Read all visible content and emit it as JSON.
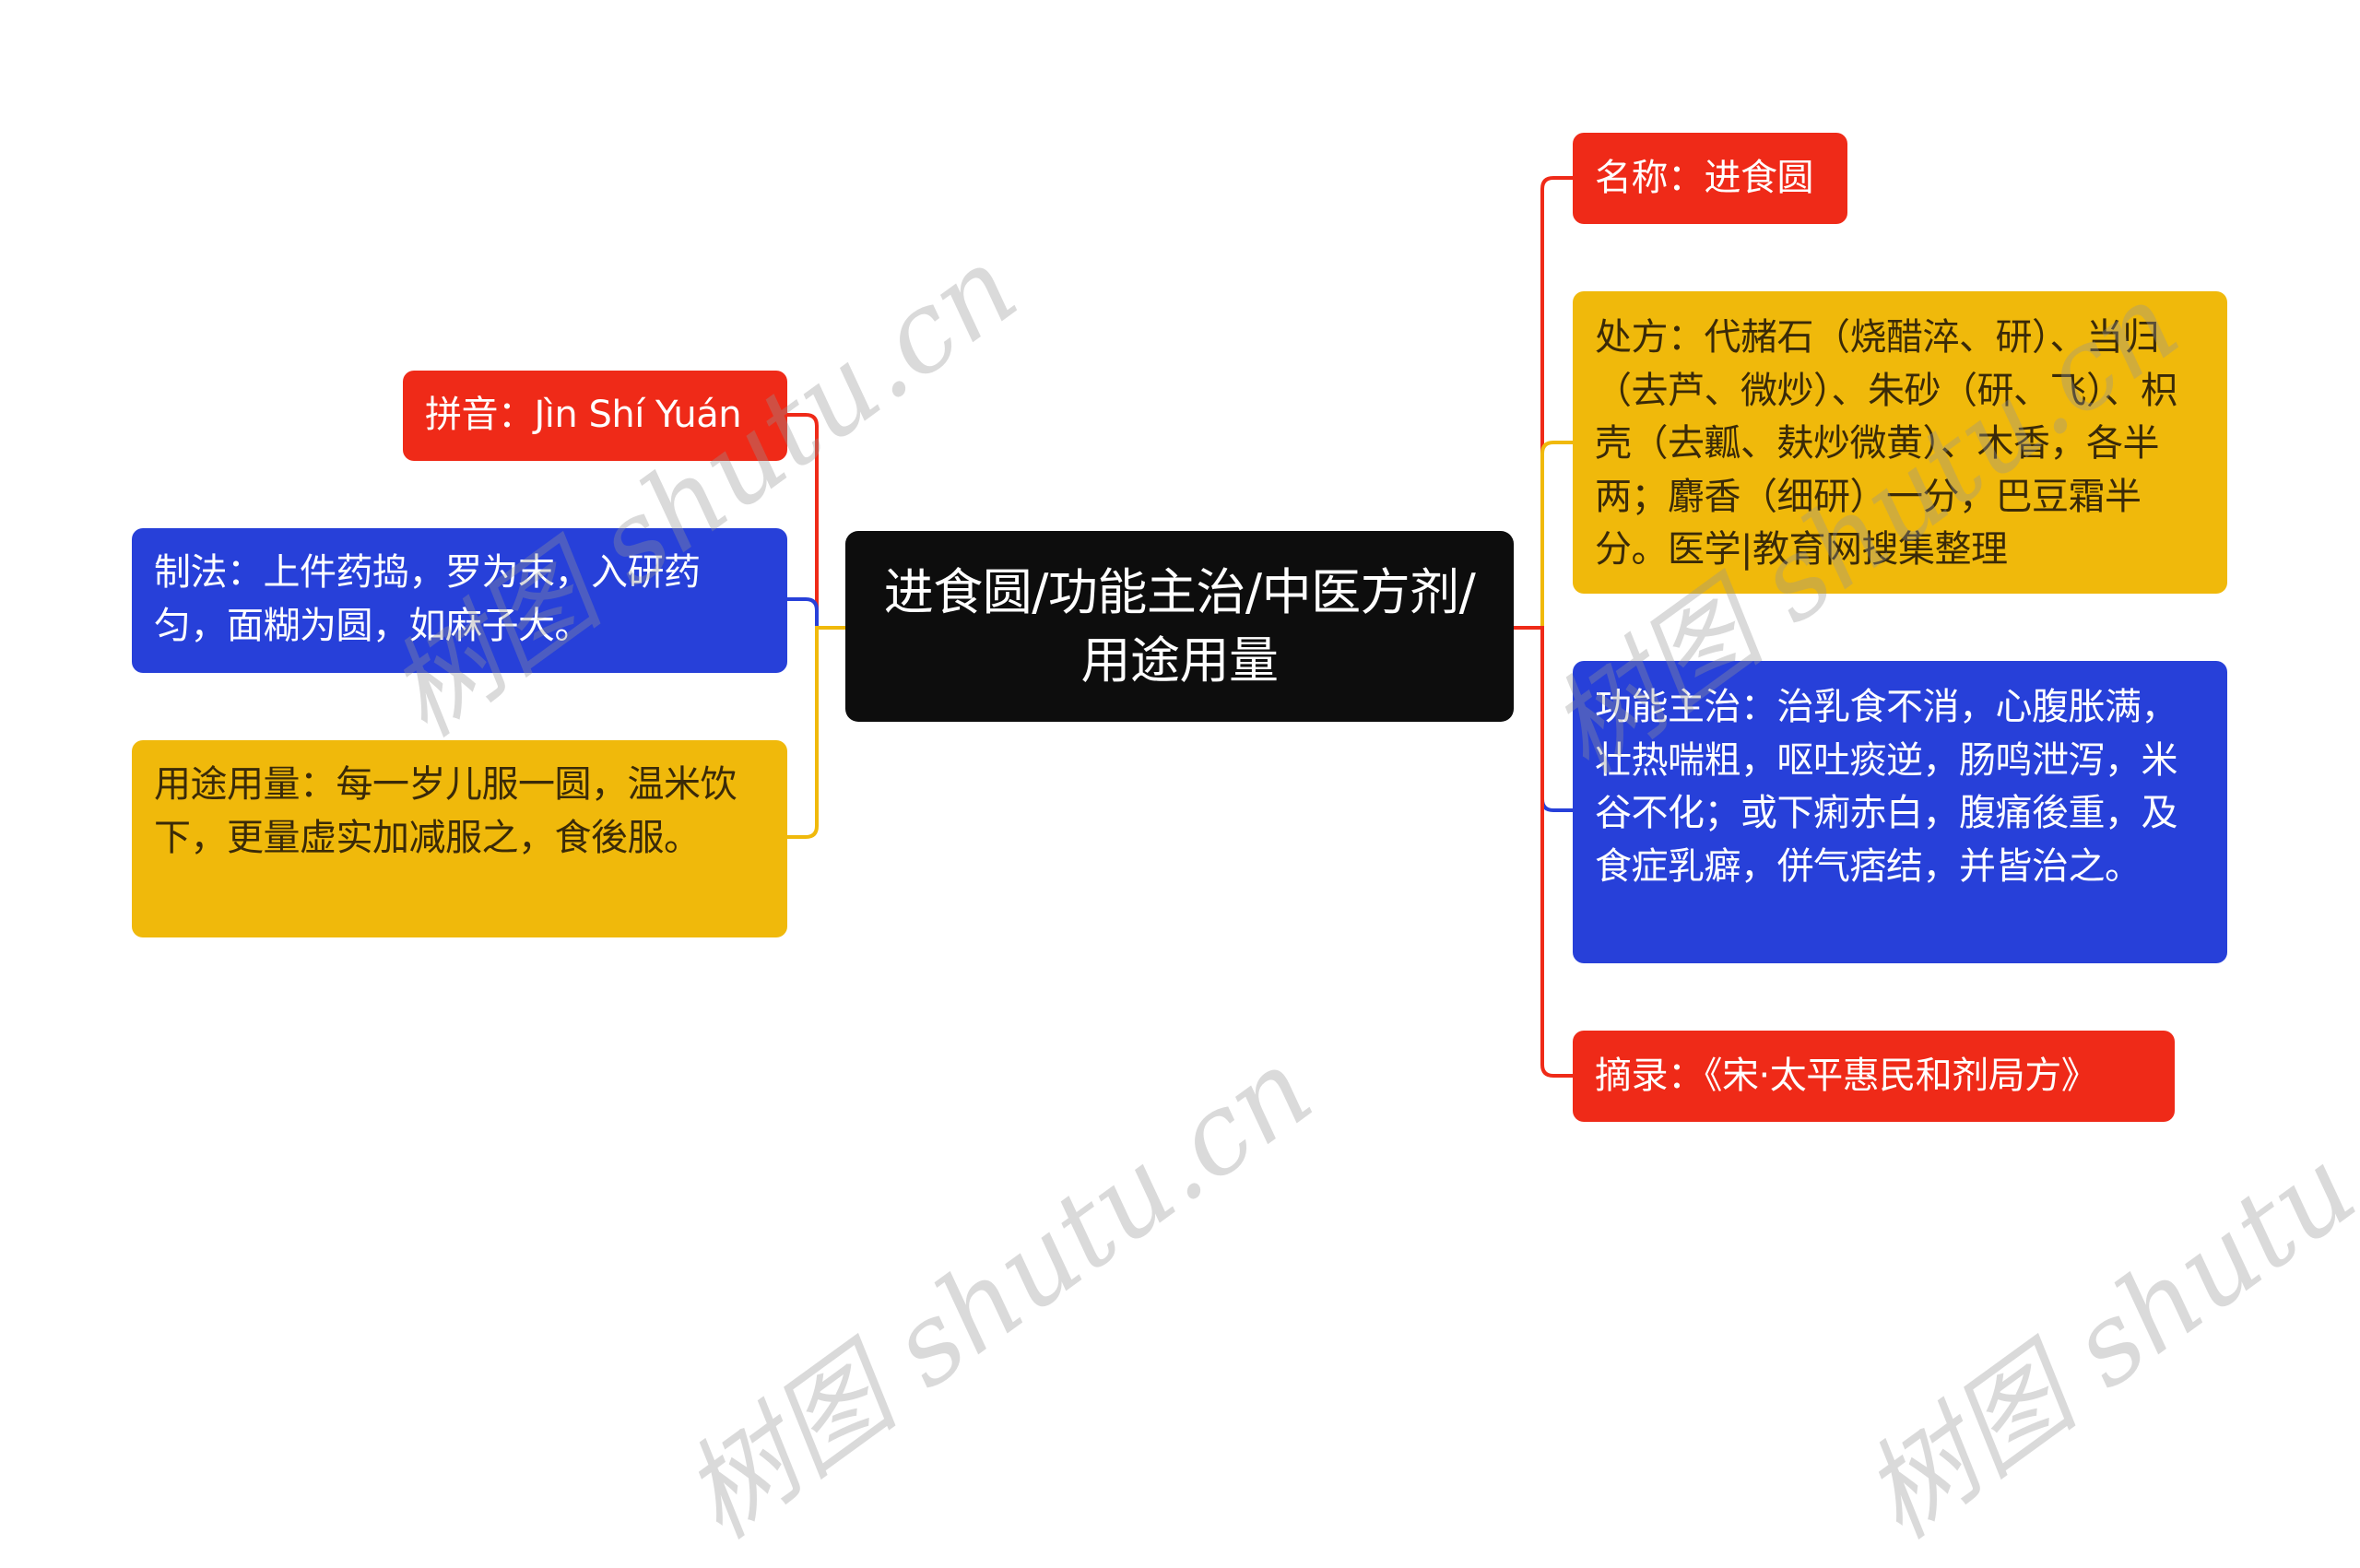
{
  "mindmap": {
    "root": {
      "text": "进食圆/功能主治/中医方剂/用途用量",
      "color": "#0d0d0d"
    },
    "left_branches": [
      {
        "id": "pinyin",
        "text": "拼音：Jìn Shí Yuán",
        "color": "#ef2a18"
      },
      {
        "id": "preparation",
        "text": "制法：上件药捣，罗为末，入研药匀，面糊为圆，如麻子大。",
        "color": "#2740d9"
      },
      {
        "id": "usage",
        "text": "用途用量：每一岁儿服一圆，温米饮下，更量虚实加减服之，食後服。",
        "color": "#f0b90b"
      }
    ],
    "right_branches": [
      {
        "id": "name",
        "text": "名称：进食圆",
        "color": "#ef2a18"
      },
      {
        "id": "prescription",
        "text": "处方：代赭石（烧醋淬、研）、当归（去芦、微炒）、朱砂（研、飞）、枳壳（去瓤、麸炒微黄）、木香，各半两；麝香（细研）一分，巴豆霜半分。医学|教育网搜集整理",
        "color": "#f0b90b"
      },
      {
        "id": "indications",
        "text": "功能主治：治乳食不消，心腹胀满，壮热喘粗，呕吐痰逆，肠鸣泄泻，米谷不化；或下痢赤白，腹痛後重，及食症乳癖，併气痞结，并皆治之。",
        "color": "#2740d9"
      },
      {
        "id": "source",
        "text": "摘录：《宋·太平惠民和剂局方》",
        "color": "#ef2a18"
      }
    ]
  },
  "watermark": {
    "text": "树图 shutu.cn"
  }
}
